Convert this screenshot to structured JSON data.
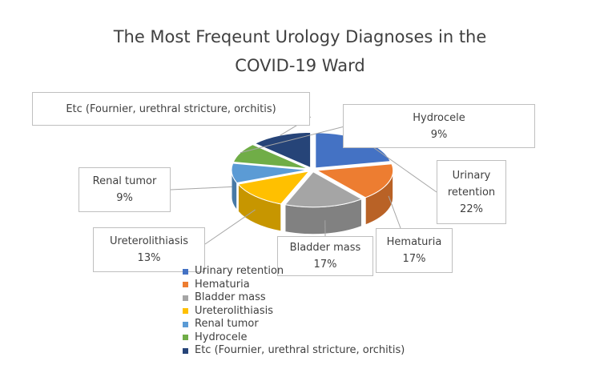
{
  "chart_data": {
    "type": "pie",
    "title": "The Most Freqeunt Urology Diagnoses in the COVID-19 Ward",
    "title_lines": [
      "The Most Freqeunt Urology Diagnoses in the",
      "COVID-19 Ward"
    ],
    "categories": [
      "Urinary retention",
      "Hematuria",
      "Bladder mass",
      "Ureterolithiasis",
      "Renal tumor",
      "Hydrocele",
      "Etc (Fournier, urethral stricture, orchitis)"
    ],
    "values": [
      22,
      17,
      17,
      13,
      9,
      9,
      13
    ],
    "value_labels": [
      "22%",
      "17%",
      "17%",
      "13%",
      "9%",
      "9%",
      ""
    ],
    "colors": [
      "#4472C4",
      "#ED7D31",
      "#A5A5A5",
      "#FFC000",
      "#5B9BD5",
      "#70AD47",
      "#264478"
    ],
    "legend_position": "bottom-left",
    "style": "3d-exploded",
    "callouts": [
      {
        "lines": [
          "Etc (Fournier, urethral stricture, orchitis)"
        ]
      },
      {
        "lines": [
          "Hydrocele",
          "9%"
        ]
      },
      {
        "lines": [
          "Renal tumor",
          "9%"
        ]
      },
      {
        "lines": [
          "Urinary",
          "retention",
          "22%"
        ]
      },
      {
        "lines": [
          "Ureterolithiasis",
          "13%"
        ]
      },
      {
        "lines": [
          "Bladder mass",
          "17%"
        ]
      },
      {
        "lines": [
          "Hematuria",
          "17%"
        ]
      }
    ]
  }
}
